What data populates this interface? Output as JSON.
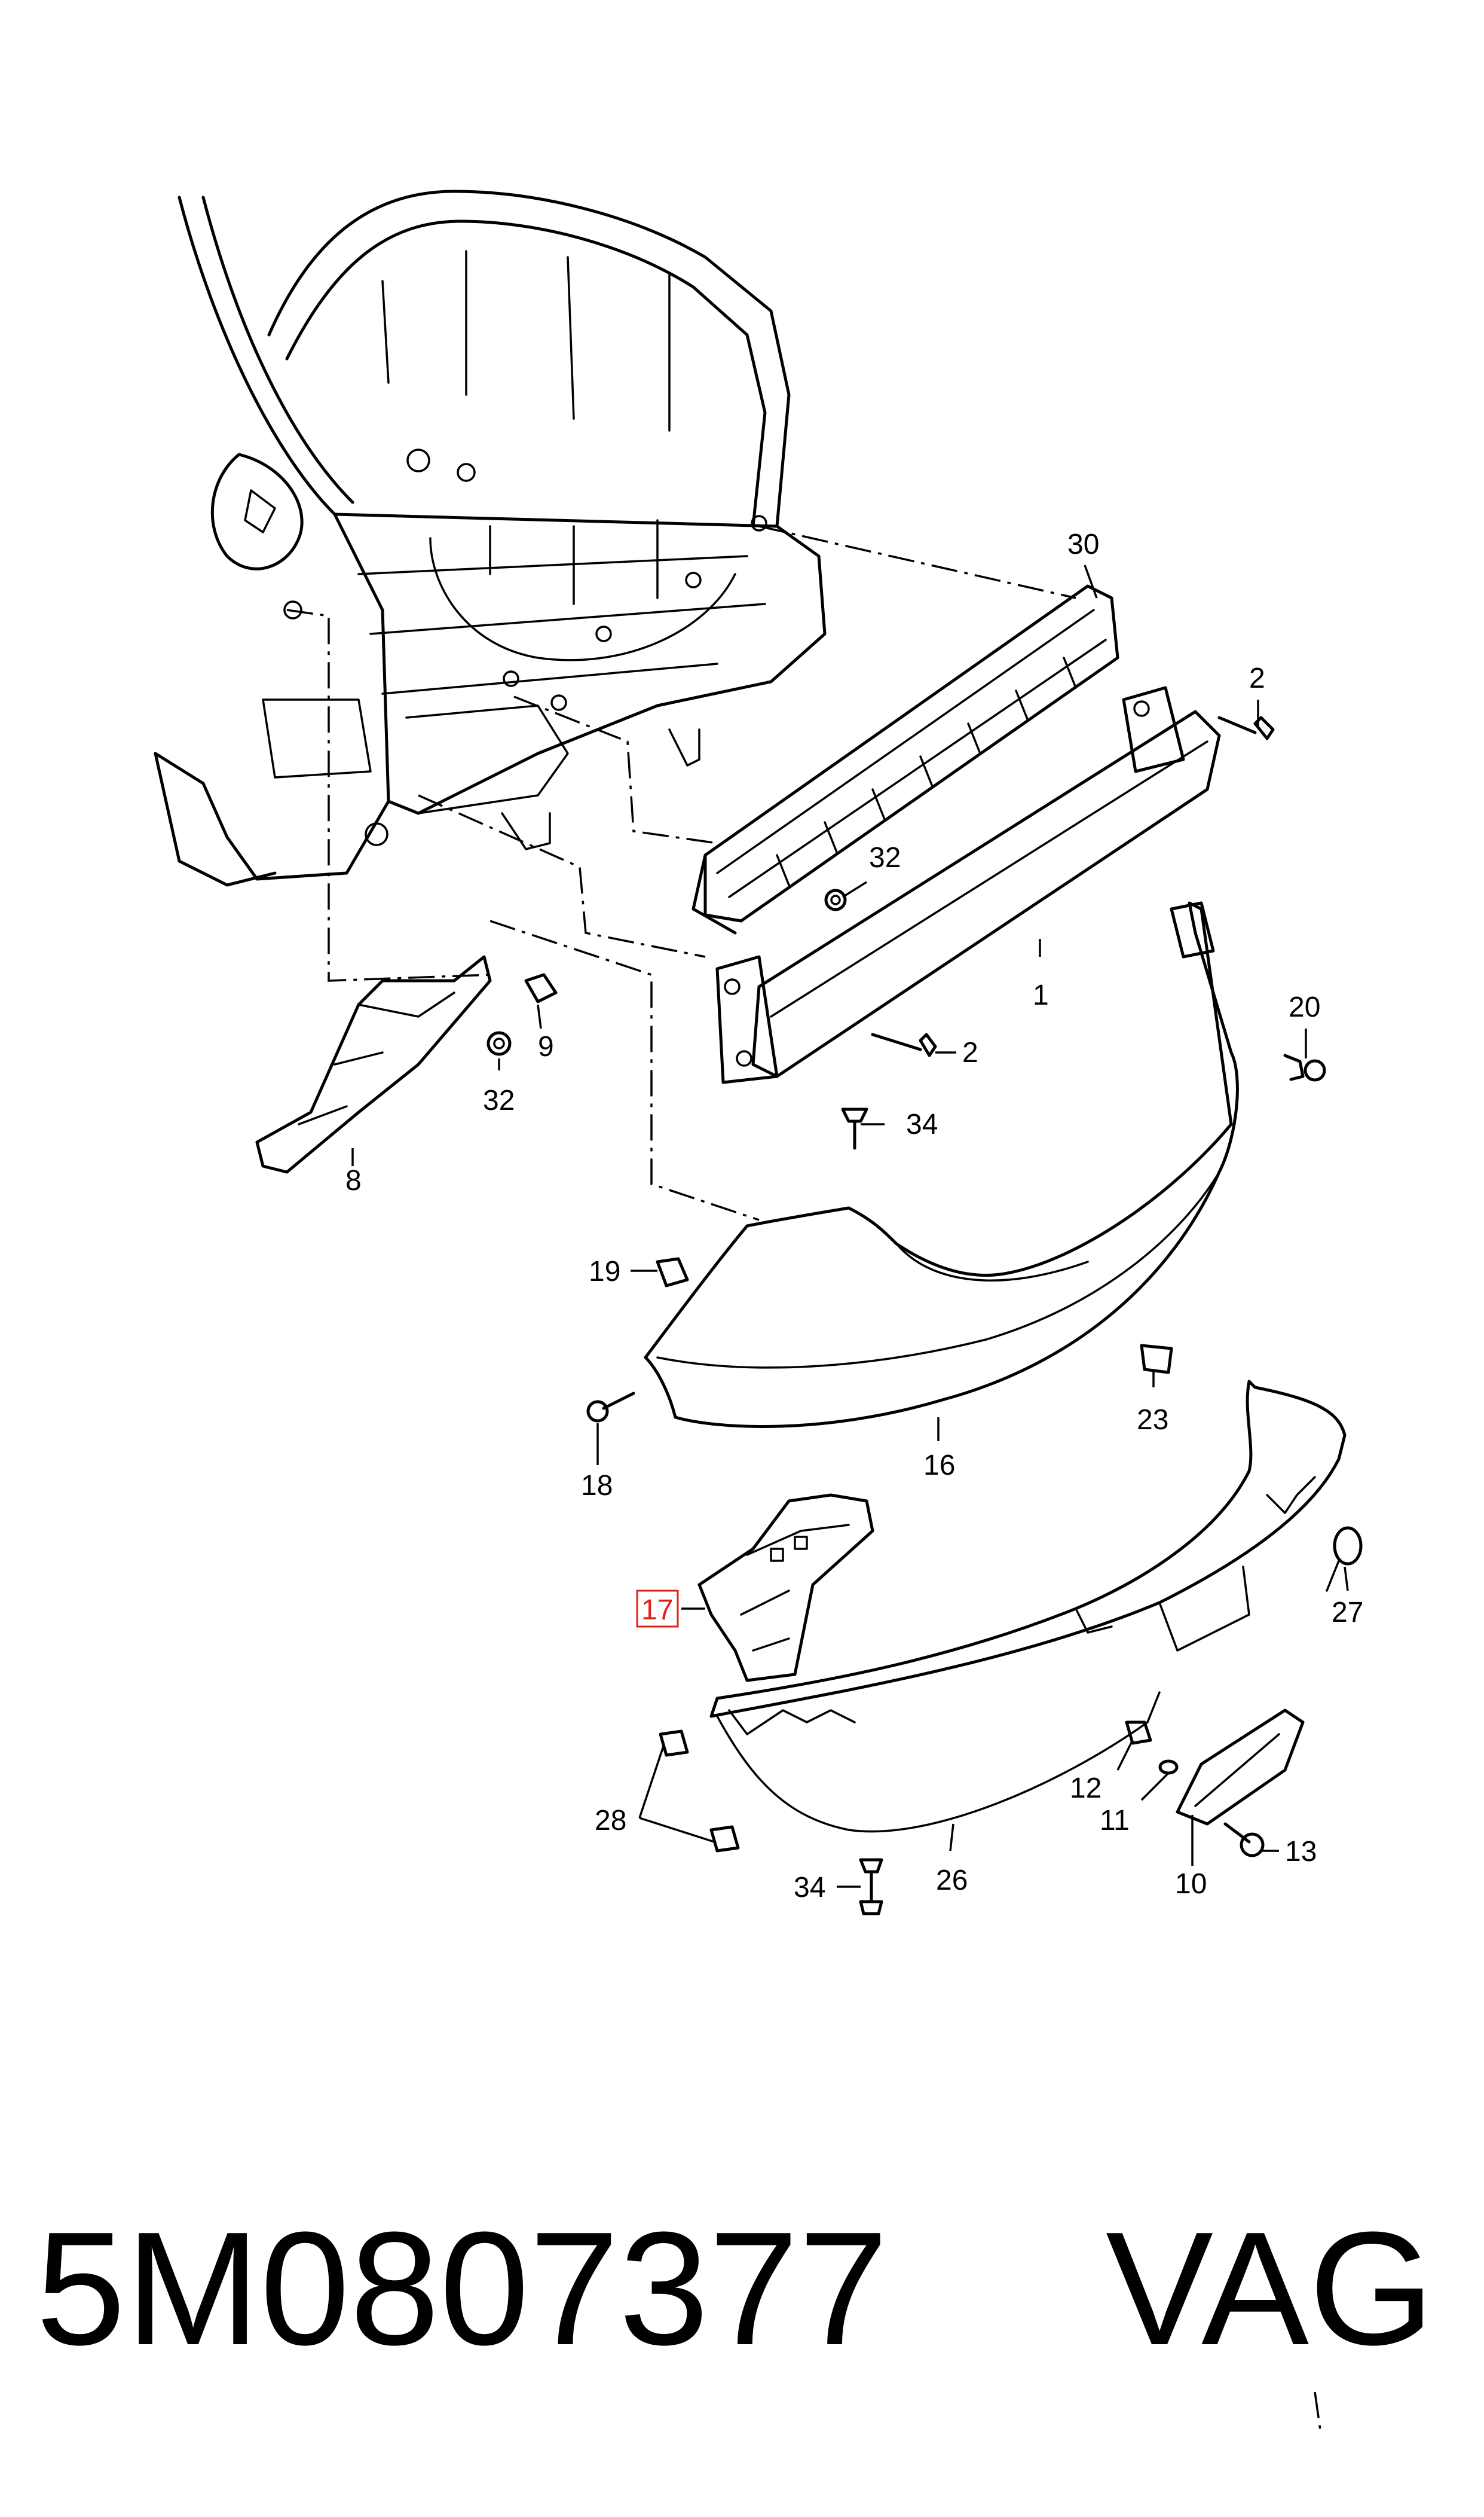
{
  "diagram": {
    "part_callouts": [
      "30",
      "2",
      "32",
      "1",
      "2",
      "20",
      "9",
      "32",
      "34",
      "8",
      "19",
      "16",
      "23",
      "18",
      "17",
      "27",
      "12",
      "11",
      "28",
      "10",
      "13",
      "34",
      "26"
    ],
    "highlighted_callout": "17",
    "accent_color": "#e0201c"
  },
  "footer": {
    "part_number": "5M0807377",
    "brand": "VAG"
  }
}
